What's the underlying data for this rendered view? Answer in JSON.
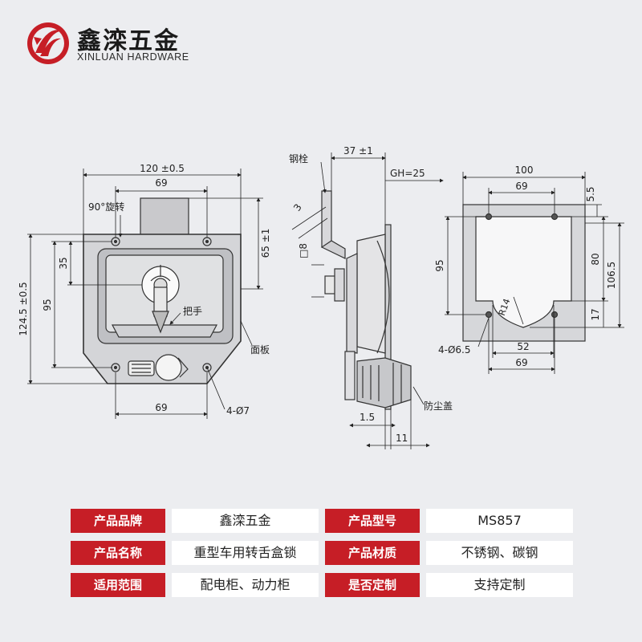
{
  "brand": {
    "name_cn": "鑫滦五金",
    "name_en": "XINLUAN HARDWARE",
    "logo_icon": "xinluan-red-circle-logo",
    "accent_color": "#c61e26"
  },
  "drawing": {
    "front_view": {
      "dim_width_top": "120 ±0.5",
      "dim_69_top": "69",
      "dim_69_bottom": "69",
      "dim_height_left": "124.5 ±0.5",
      "dim_95": "95",
      "dim_35": "35",
      "dim_65": "65 ±1",
      "label_rotate": "90°旋转",
      "label_handle": "把手",
      "label_panel": "面板",
      "label_holes": "4-Ø7"
    },
    "side_view": {
      "label_bolt": "钢栓",
      "dim_37": "37 ±1",
      "dim_gh": "GH=25",
      "dim_3": "3",
      "dim_square": "□8",
      "dim_1_5": "1.5",
      "dim_11": "11",
      "label_dust_cover": "防尘盖"
    },
    "cutout_view": {
      "dim_100": "100",
      "dim_69_top": "69",
      "dim_5_5": "5.5",
      "dim_95": "95",
      "dim_80": "80",
      "dim_106_5": "106.5",
      "dim_17": "17",
      "dim_r14": "R14",
      "dim_52": "52",
      "dim_69_bottom": "69",
      "label_holes": "4-Ø6.5"
    }
  },
  "specs": [
    {
      "label": "产品品牌",
      "value": "鑫滦五金"
    },
    {
      "label": "产品型号",
      "value": "MS857"
    },
    {
      "label": "产品名称",
      "value": "重型车用转舌盒锁"
    },
    {
      "label": "产品材质",
      "value": "不锈钢、碳钢"
    },
    {
      "label": "适用范围",
      "value": "配电柜、动力柜"
    },
    {
      "label": "是否定制",
      "value": "支持定制"
    }
  ]
}
